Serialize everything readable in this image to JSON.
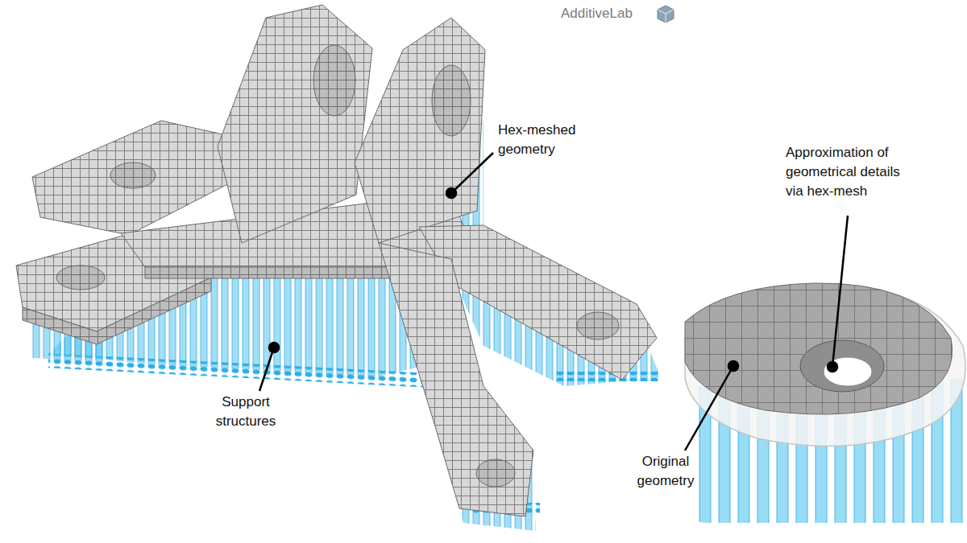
{
  "diagram": {
    "labels": [
      "AdditiveLab",
      "Hex-meshed geometry",
      "Approximation of geometrical details via hex-mesh",
      "Support structures",
      "Original geometry"
    ]
  }
}
